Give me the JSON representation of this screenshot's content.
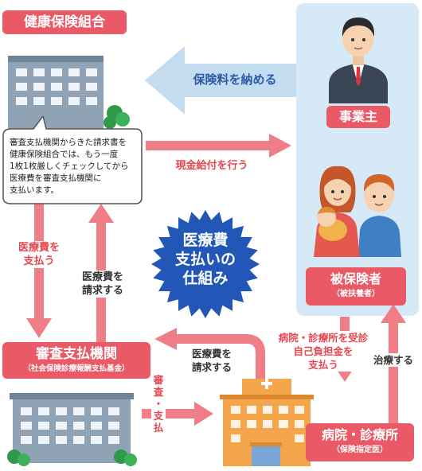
{
  "insurer": {
    "title": "健康保険組合"
  },
  "note": {
    "lines": [
      "審査支払機関からきた請求書を",
      "健康保険組合では、もう一度",
      "1枚1枚厳しくチェックしてから",
      "医療費を審査支払機関に",
      "支払います。"
    ]
  },
  "employer": {
    "title": "事業主"
  },
  "insured": {
    "title": "被保険者",
    "subtitle": "（被扶養者）"
  },
  "review": {
    "title": "審査支払機関",
    "subtitle": "（社会保険診療報酬支払基金）"
  },
  "hospital": {
    "title": "病院・診療所",
    "subtitle": "（保険指定医）"
  },
  "center": {
    "line1": "医療費",
    "line2": "支払いの",
    "line3": "仕組み"
  },
  "flows": {
    "premium": "保険料を納める",
    "cash_benefit": "現金給付を行う",
    "pay_medical_1": "医療費を",
    "pay_medical_2": "支払う",
    "claim_1_a": "医療費を",
    "claim_1_b": "請求する",
    "claim_2_a": "医療費を",
    "claim_2_b": "請求する",
    "visit_1": "病院・診療所を受診",
    "visit_2": "自己負担金を",
    "visit_3": "支払う",
    "treat": "治療する",
    "review_pay_1": "審査",
    "review_pay_2": "・",
    "review_pay_3": "支払"
  }
}
